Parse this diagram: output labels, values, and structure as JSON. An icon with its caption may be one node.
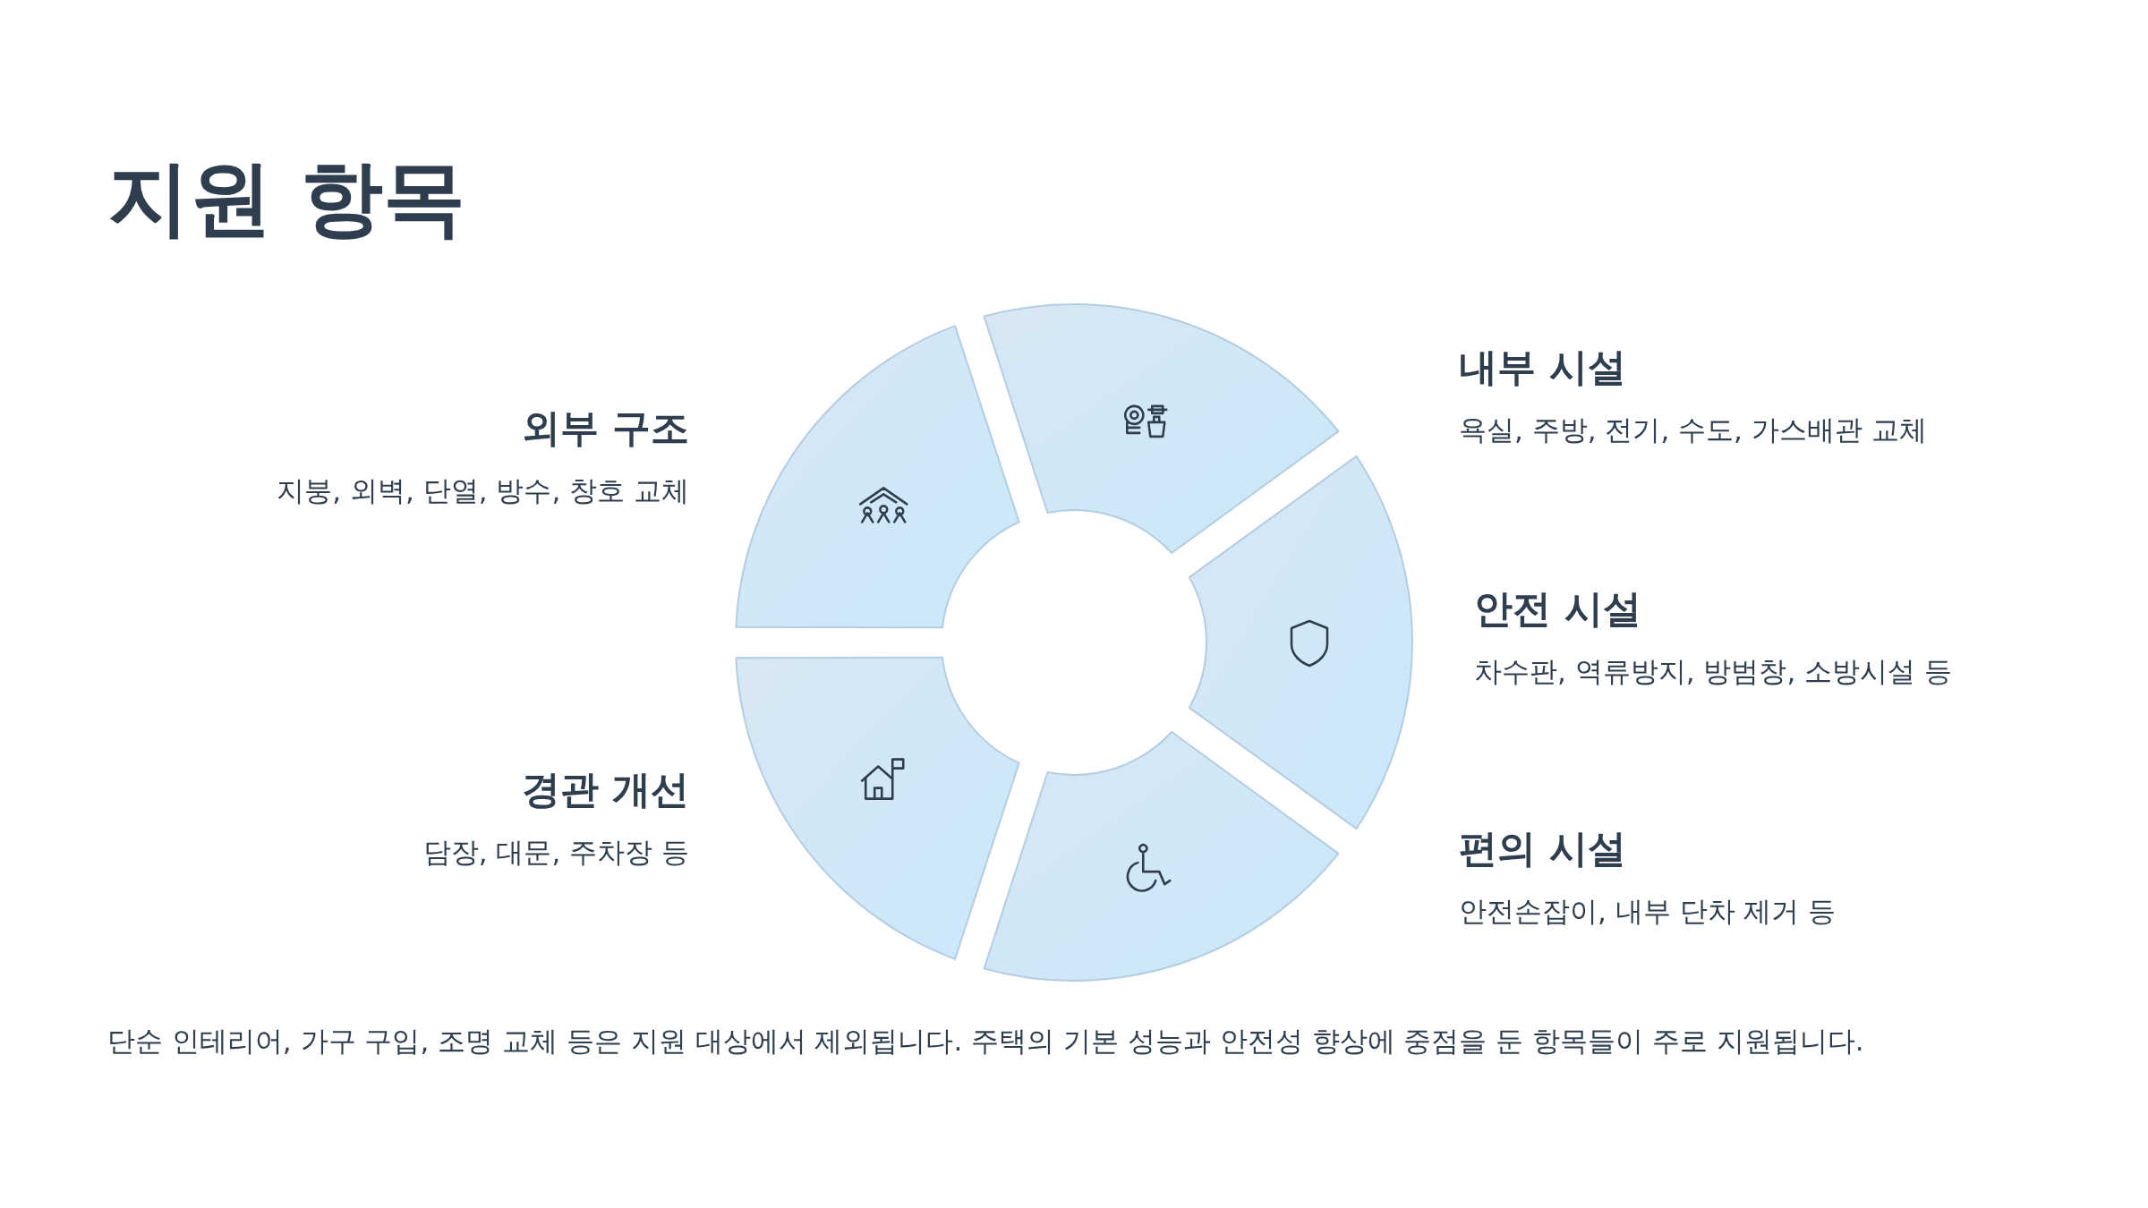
{
  "diagram": {
    "title": "지원 항목",
    "nodes": [
      {
        "text": [],
        "shape": "segment",
        "beside": [
          "외부 구조",
          "지붕, 외벽, 단열, 방수, 창호 교체"
        ]
      },
      {
        "text": [],
        "shape": "segment",
        "beside": [
          "내부 시설",
          "욕실, 주방, 전기, 수도, 가스배관 교체"
        ]
      },
      {
        "text": [],
        "shape": "segment",
        "beside": [
          "안전 시설",
          "차수판, 역류방지, 방범창, 소방시설 등"
        ]
      },
      {
        "text": [],
        "shape": "segment",
        "beside": [
          "편의 시설",
          "안전손잡이, 내부 단차 제거 등"
        ]
      },
      {
        "text": [],
        "shape": "segment",
        "beside": [
          "경관 개선",
          "담장, 대문, 주차장 등"
        ]
      }
    ],
    "caption": "단순 인테리어, 가구 구입, 조명 교체 등은 지원 대상에서 제외됩니다. 주택의 기본 성능과 안전성 향상에 중점을 둔 항목들이 주로 지원됩니다."
  }
}
